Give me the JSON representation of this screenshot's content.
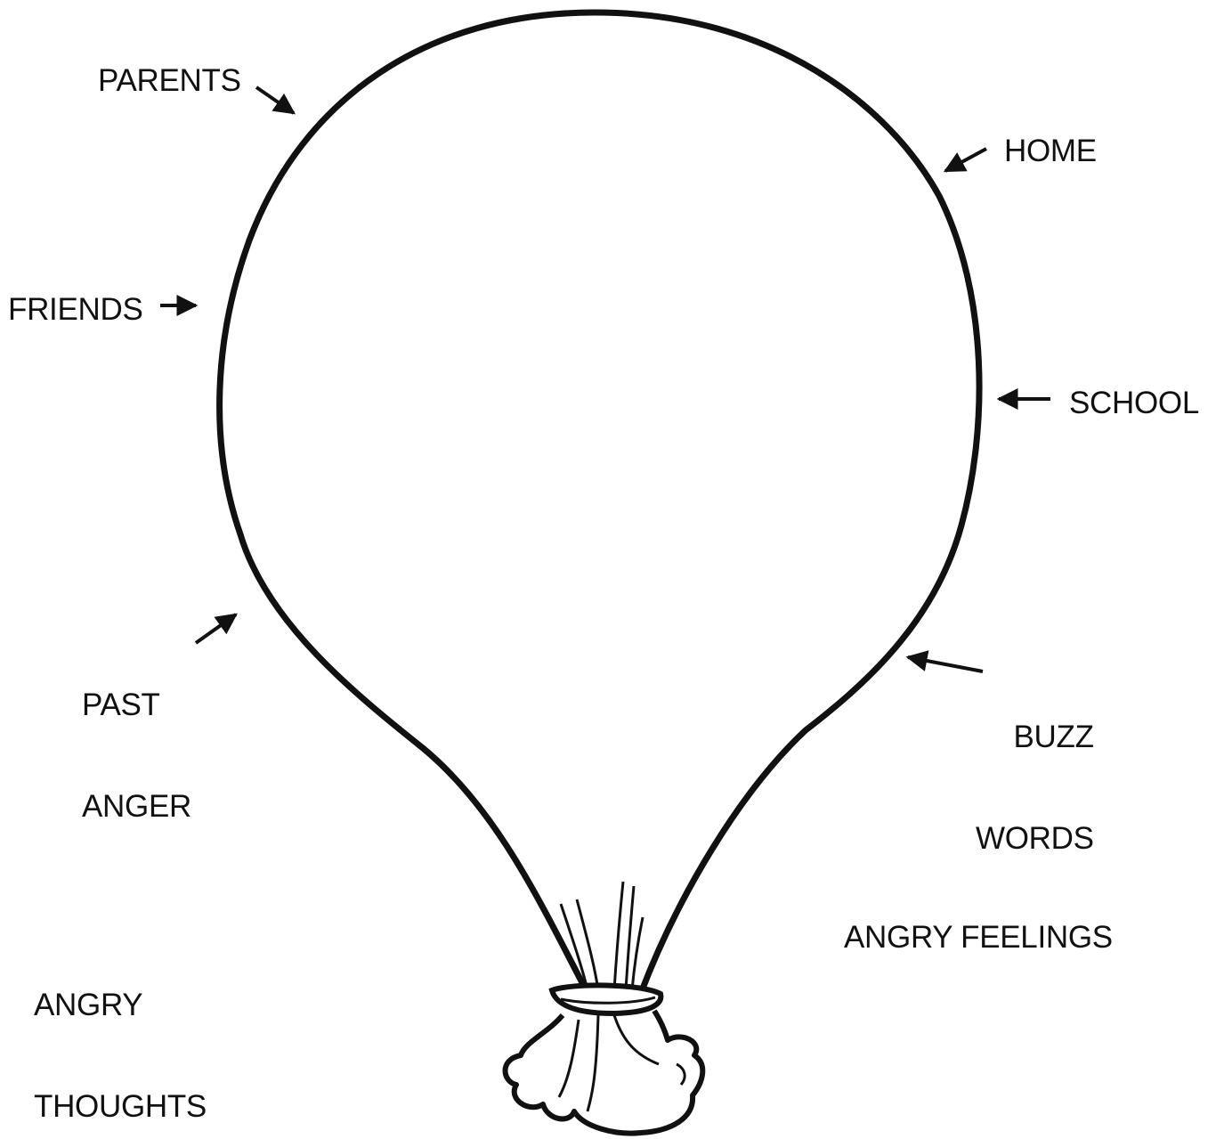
{
  "diagram": {
    "labels": {
      "parents": "PARENTS",
      "home": "HOME",
      "friends": "FRIENDS",
      "school": "SCHOOL",
      "past_anger": [
        "PAST",
        "ANGER"
      ],
      "buzz_words": [
        "BUZZ",
        "WORDS"
      ],
      "angry_thoughts": [
        "ANGRY",
        "THOUGHTS"
      ],
      "angry_feelings": "ANGRY FEELINGS"
    },
    "colors": {
      "ink": "#111111",
      "background": "#ffffff"
    }
  }
}
